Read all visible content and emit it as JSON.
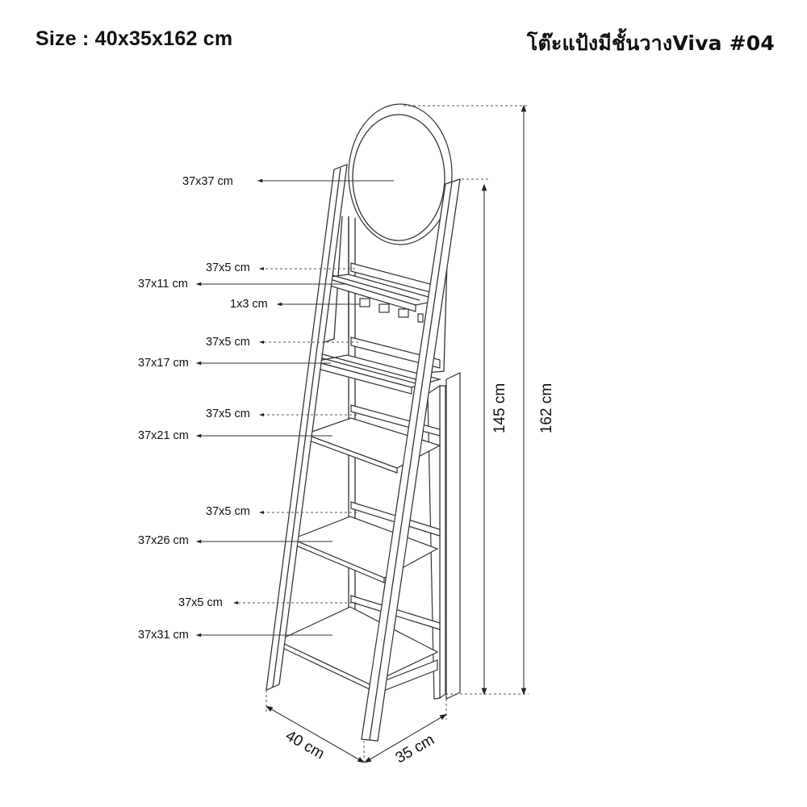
{
  "header": {
    "size_label": "Size : 40x35x162 cm",
    "product_title": "โต๊ะแป้งมีชั้นวางViva #04"
  },
  "diagram": {
    "mirror_label": "37x37 cm",
    "shelf_labels": [
      {
        "back_board": "37x5 cm",
        "shelf": "37x11 cm"
      },
      {
        "back_board": "37x5 cm",
        "shelf": "37x17 cm"
      },
      {
        "back_board": "37x5 cm",
        "shelf": "37x21 cm"
      },
      {
        "back_board": "37x5 cm",
        "shelf": "37x26 cm"
      },
      {
        "back_board": "37x5 cm",
        "shelf": "37x31 cm"
      }
    ],
    "hook_label": "1x3 cm",
    "dimensions": {
      "frame_height": "145 cm",
      "total_height": "162 cm",
      "width": "40 cm",
      "depth": "35 cm"
    }
  },
  "colors": {
    "line": "#333333",
    "text": "#111111",
    "background": "#ffffff"
  }
}
